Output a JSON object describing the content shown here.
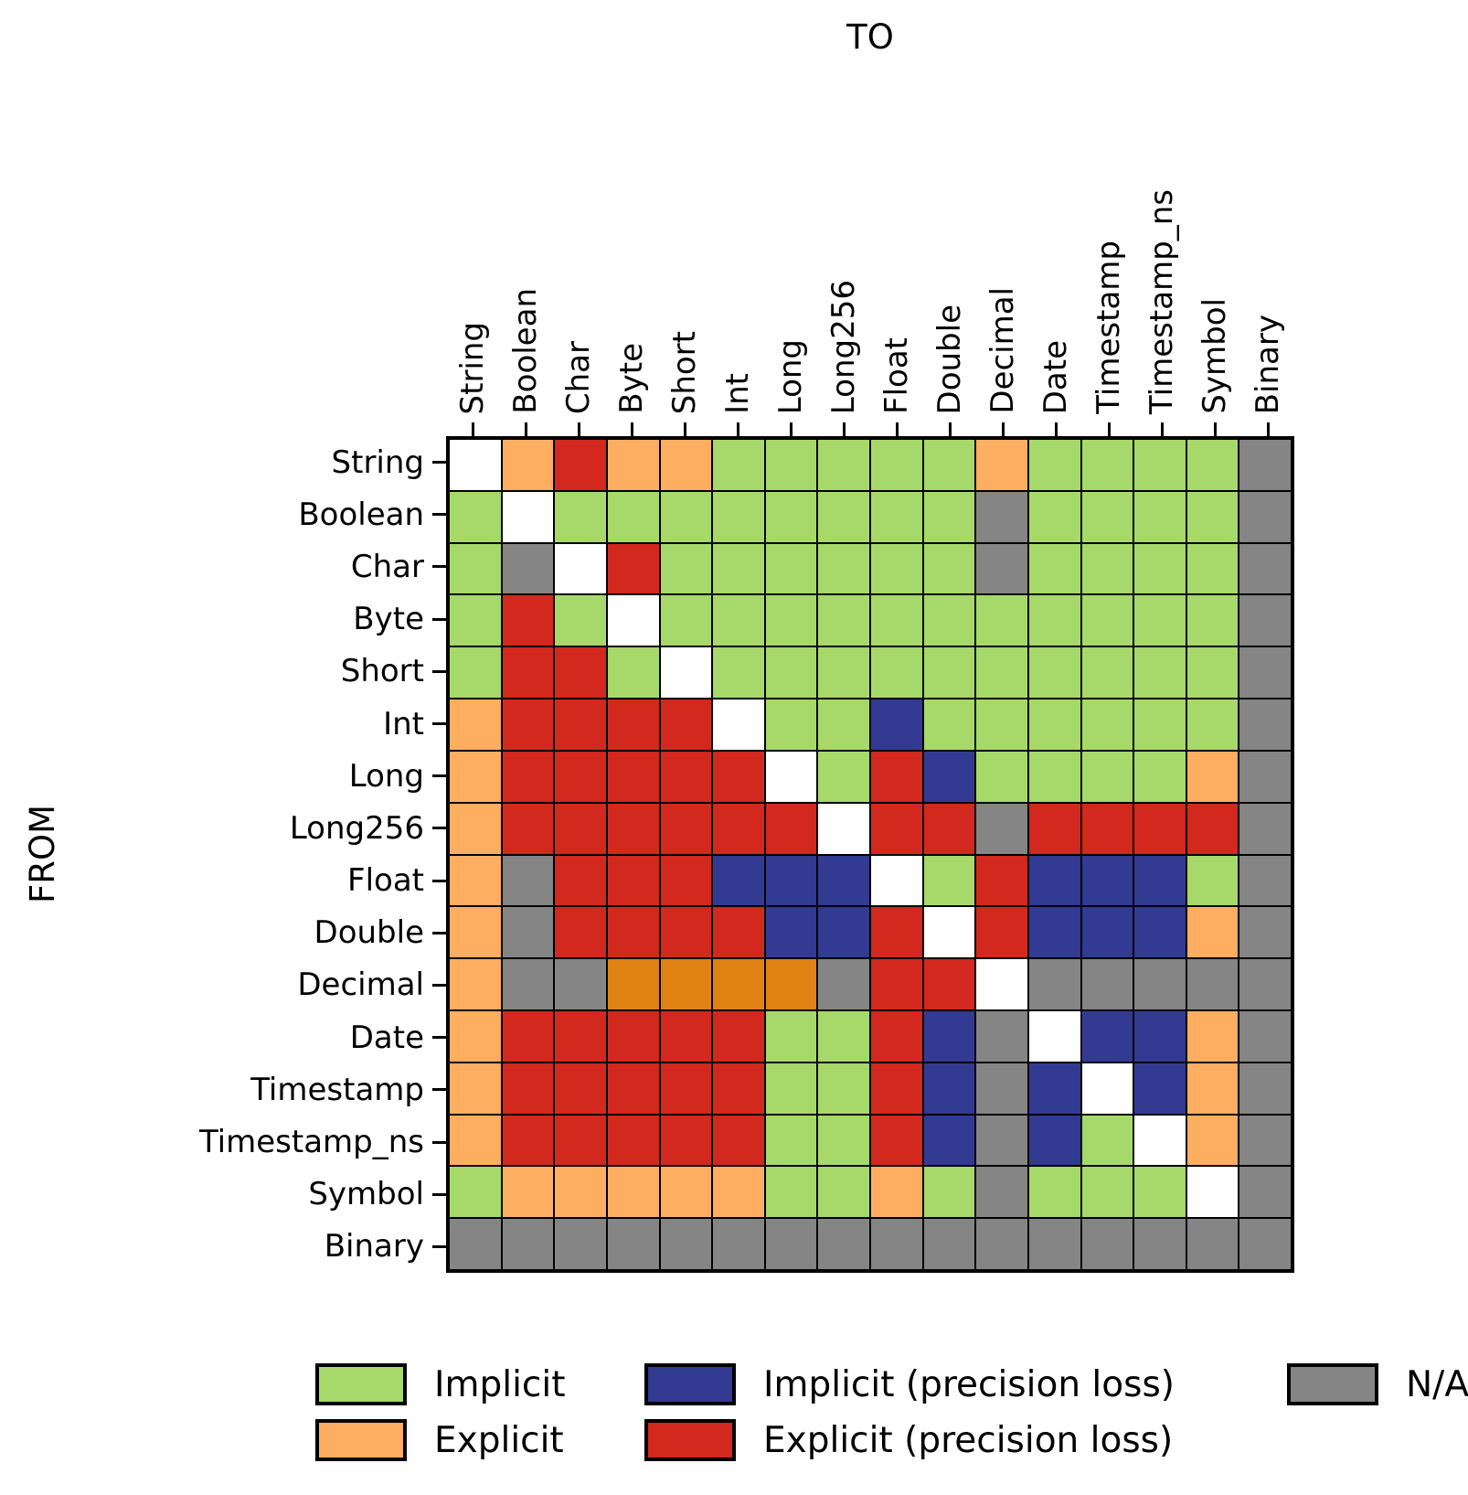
{
  "axes": {
    "x_title": "TO",
    "y_title": "FROM"
  },
  "legend": {
    "items": [
      {
        "id": "implicit",
        "label": "Implicit",
        "code": "I"
      },
      {
        "id": "explicit",
        "label": "Explicit",
        "code": "E"
      },
      {
        "id": "implicit_loss",
        "label": "Implicit (precision loss)",
        "code": "IP"
      },
      {
        "id": "explicit_loss",
        "label": "Explicit (precision loss)",
        "code": "EP"
      },
      {
        "id": "na",
        "label": "N/A",
        "code": "NA"
      }
    ]
  },
  "chart_data": {
    "type": "heatmap",
    "x_axis_title": "TO",
    "y_axis_title": "FROM",
    "categories": [
      "String",
      "Boolean",
      "Char",
      "Byte",
      "Short",
      "Int",
      "Long",
      "Long256",
      "Float",
      "Double",
      "Decimal",
      "Date",
      "Timestamp",
      "Timestamp_ns",
      "Symbol",
      "Binary"
    ],
    "legend_entries": [
      "Implicit",
      "Explicit",
      "Implicit (precision loss)",
      "Explicit (precision loss)",
      "N/A"
    ],
    "color_map": {
      "I": "#a6d96a",
      "E": "#fdae61",
      "E2": "#e08214",
      "IP": "#323a92",
      "EP": "#d2281e",
      "NA": "#858585",
      "S": "#ffffff"
    },
    "code_legend": {
      "I": "Implicit",
      "E": "Explicit",
      "E2": "Explicit (dark orange shade)",
      "IP": "Implicit (precision loss)",
      "EP": "Explicit (precision loss)",
      "NA": "N/A",
      "S": "same type (blank diagonal)"
    },
    "rows": [
      {
        "from": "String",
        "cells": [
          "S",
          "E",
          "EP",
          "E",
          "E",
          "I",
          "I",
          "I",
          "I",
          "I",
          "E",
          "I",
          "I",
          "I",
          "I",
          "NA"
        ]
      },
      {
        "from": "Boolean",
        "cells": [
          "I",
          "S",
          "I",
          "I",
          "I",
          "I",
          "I",
          "I",
          "I",
          "I",
          "NA",
          "I",
          "I",
          "I",
          "I",
          "NA"
        ]
      },
      {
        "from": "Char",
        "cells": [
          "I",
          "NA",
          "S",
          "EP",
          "I",
          "I",
          "I",
          "I",
          "I",
          "I",
          "NA",
          "I",
          "I",
          "I",
          "I",
          "NA"
        ]
      },
      {
        "from": "Byte",
        "cells": [
          "I",
          "EP",
          "I",
          "S",
          "I",
          "I",
          "I",
          "I",
          "I",
          "I",
          "I",
          "I",
          "I",
          "I",
          "I",
          "NA"
        ]
      },
      {
        "from": "Short",
        "cells": [
          "I",
          "EP",
          "EP",
          "I",
          "S",
          "I",
          "I",
          "I",
          "I",
          "I",
          "I",
          "I",
          "I",
          "I",
          "I",
          "NA"
        ]
      },
      {
        "from": "Int",
        "cells": [
          "E",
          "EP",
          "EP",
          "EP",
          "EP",
          "S",
          "I",
          "I",
          "IP",
          "I",
          "I",
          "I",
          "I",
          "I",
          "I",
          "NA"
        ]
      },
      {
        "from": "Long",
        "cells": [
          "E",
          "EP",
          "EP",
          "EP",
          "EP",
          "EP",
          "S",
          "I",
          "EP",
          "IP",
          "I",
          "I",
          "I",
          "I",
          "E",
          "NA"
        ]
      },
      {
        "from": "Long256",
        "cells": [
          "E",
          "EP",
          "EP",
          "EP",
          "EP",
          "EP",
          "EP",
          "S",
          "EP",
          "EP",
          "NA",
          "EP",
          "EP",
          "EP",
          "EP",
          "NA"
        ]
      },
      {
        "from": "Float",
        "cells": [
          "E",
          "NA",
          "EP",
          "EP",
          "EP",
          "IP",
          "IP",
          "IP",
          "S",
          "I",
          "EP",
          "IP",
          "IP",
          "IP",
          "I",
          "NA"
        ]
      },
      {
        "from": "Double",
        "cells": [
          "E",
          "NA",
          "EP",
          "EP",
          "EP",
          "EP",
          "IP",
          "IP",
          "EP",
          "S",
          "EP",
          "IP",
          "IP",
          "IP",
          "E",
          "NA"
        ]
      },
      {
        "from": "Decimal",
        "cells": [
          "E",
          "NA",
          "NA",
          "E2",
          "E2",
          "E2",
          "E2",
          "NA",
          "EP",
          "EP",
          "S",
          "NA",
          "NA",
          "NA",
          "NA",
          "NA"
        ]
      },
      {
        "from": "Date",
        "cells": [
          "E",
          "EP",
          "EP",
          "EP",
          "EP",
          "EP",
          "I",
          "I",
          "EP",
          "IP",
          "NA",
          "S",
          "IP",
          "IP",
          "E",
          "NA"
        ]
      },
      {
        "from": "Timestamp",
        "cells": [
          "E",
          "EP",
          "EP",
          "EP",
          "EP",
          "EP",
          "I",
          "I",
          "EP",
          "IP",
          "NA",
          "IP",
          "S",
          "IP",
          "E",
          "NA"
        ]
      },
      {
        "from": "Timestamp_ns",
        "cells": [
          "E",
          "EP",
          "EP",
          "EP",
          "EP",
          "EP",
          "I",
          "I",
          "EP",
          "IP",
          "NA",
          "IP",
          "I",
          "S",
          "E",
          "NA"
        ]
      },
      {
        "from": "Symbol",
        "cells": [
          "I",
          "E",
          "E",
          "E",
          "E",
          "E",
          "I",
          "I",
          "E",
          "I",
          "NA",
          "I",
          "I",
          "I",
          "S",
          "NA"
        ]
      },
      {
        "from": "Binary",
        "cells": [
          "NA",
          "NA",
          "NA",
          "NA",
          "NA",
          "NA",
          "NA",
          "NA",
          "NA",
          "NA",
          "NA",
          "NA",
          "NA",
          "NA",
          "NA",
          "NA"
        ]
      }
    ]
  }
}
